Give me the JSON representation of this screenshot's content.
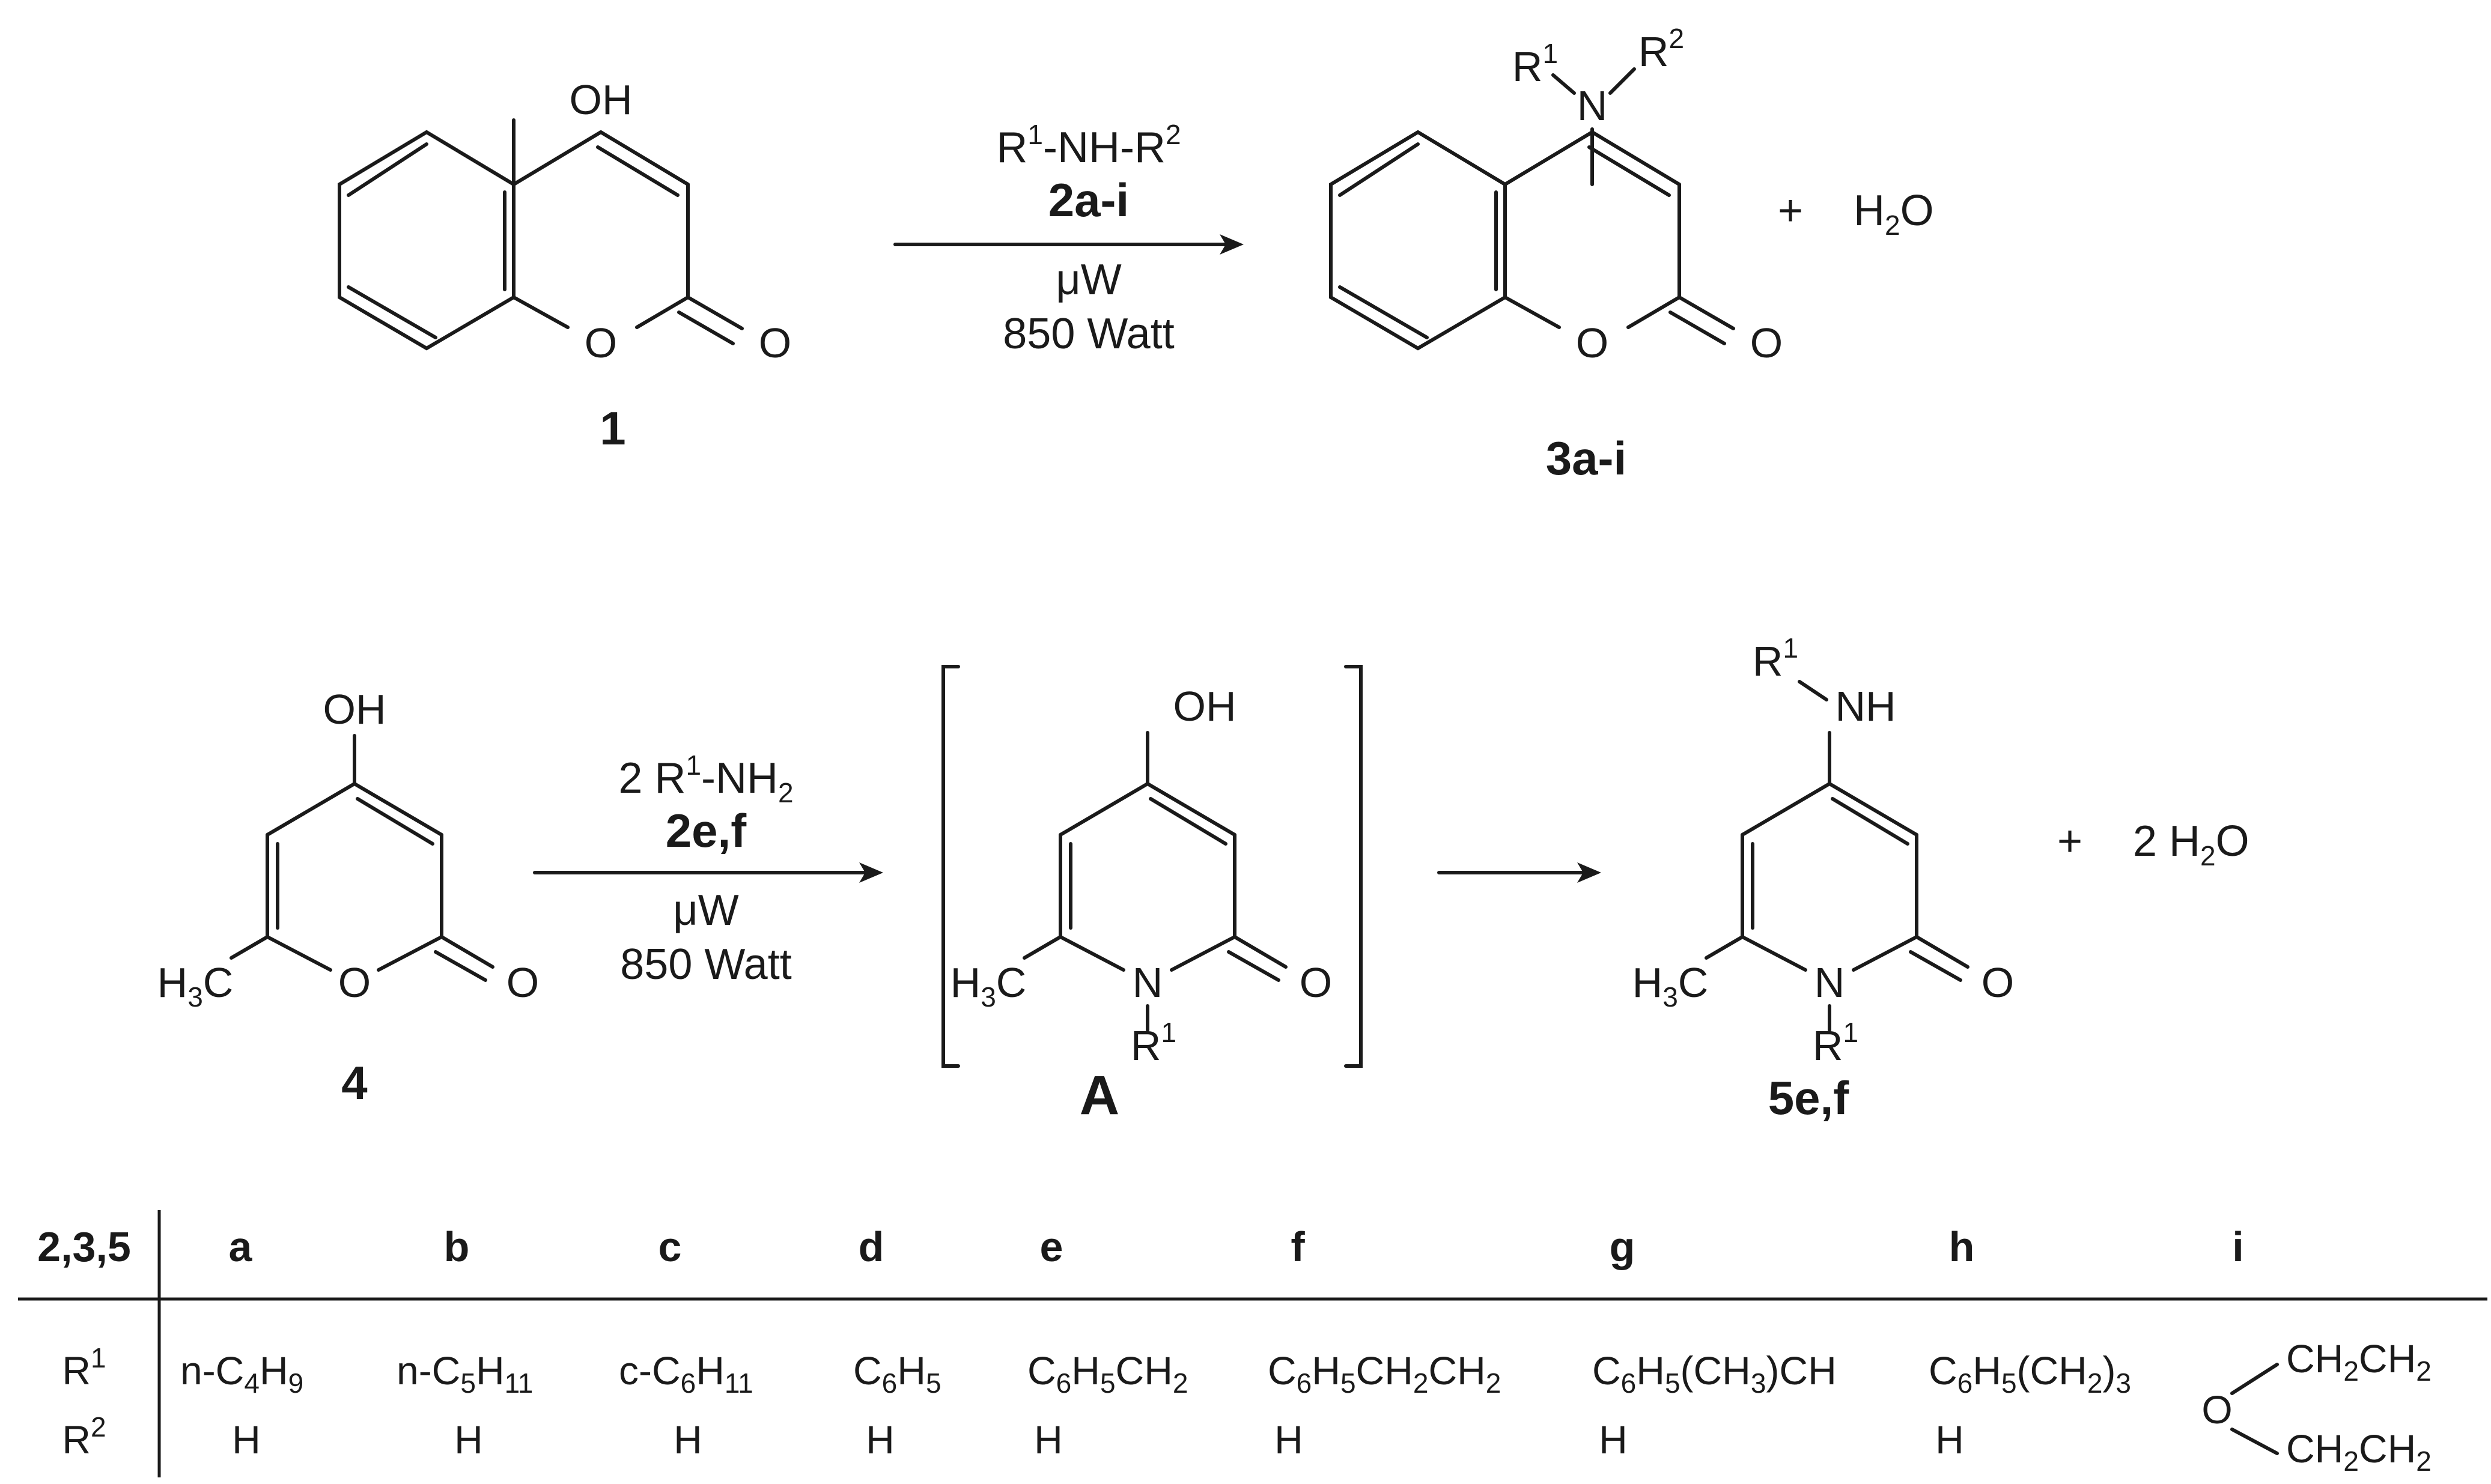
{
  "reaction1": {
    "reactant_oh": "OH",
    "ring_o": "O",
    "carbonyl_o": "O",
    "reactant_label": "1",
    "reagent_r1": "R",
    "reagent_r1_sup": "1",
    "reagent_mid": "-NH-R",
    "reagent_r2_sup": "2",
    "reagent_label": "2a-i",
    "condition_mw": "μW",
    "condition_power": "850 Watt",
    "product_r1": "R",
    "product_r1_sup": "1",
    "product_n": "N",
    "product_r2": "R",
    "product_r2_sup": "2",
    "product_ring_o": "O",
    "product_carbonyl_o": "O",
    "product_label": "3a-i",
    "plus": "+",
    "water_h": "H",
    "water_sub": "2",
    "water_o": "O"
  },
  "reaction2": {
    "reactant_oh": "OH",
    "reactant_h3c_h": "H",
    "reactant_h3c_sub": "3",
    "reactant_h3c_c": "C",
    "reactant_ring_o": "O",
    "reactant_carbonyl_o": "O",
    "reactant_label": "4",
    "reagent_prefix": "2 R",
    "reagent_r1_sup": "1",
    "reagent_mid": "-NH",
    "reagent_sub": "2",
    "reagent_label": "2e,f",
    "condition_mw": "μW",
    "condition_power": "850 Watt",
    "intermediate_oh": "OH",
    "intermediate_h3c_h": "H",
    "intermediate_h3c_sub": "3",
    "intermediate_h3c_c": "C",
    "intermediate_n": "N",
    "intermediate_carbonyl_o": "O",
    "intermediate_r": "R",
    "intermediate_r_sup": "1",
    "intermediate_label": "A",
    "product_r": "R",
    "product_r_sup": "1",
    "product_nh": "NH",
    "product_h3c_h": "H",
    "product_h3c_sub": "3",
    "product_h3c_c": "C",
    "product_n": "N",
    "product_carbonyl_o": "O",
    "product_nr": "R",
    "product_nr_sup": "1",
    "product_label": "5e,f",
    "plus": "+",
    "water_prefix": "2 H",
    "water_sub": "2",
    "water_o": "O"
  },
  "table": {
    "header_label": "2,3,5",
    "columns": [
      "a",
      "b",
      "c",
      "d",
      "e",
      "f",
      "g",
      "h",
      "i"
    ],
    "row1_label": "R",
    "row1_label_sup": "1",
    "row2_label": "R",
    "row2_label_sup": "2",
    "r1": {
      "a_pre": "n-C",
      "a_s1": "4",
      "a_mid": "H",
      "a_s2": "9",
      "b_pre": "n-C",
      "b_s1": "5",
      "b_mid": "H",
      "b_s2": "11",
      "c_pre": "c-C",
      "c_s1": "6",
      "c_mid": "H",
      "c_s2": "11",
      "d_pre": "C",
      "d_s1": "6",
      "d_mid": "H",
      "d_s2": "5",
      "e_pre": "C",
      "e_s1": "6",
      "e_mid": "H",
      "e_s2": "5",
      "e_tail": "CH",
      "e_s3": "2",
      "f_pre": "C",
      "f_s1": "6",
      "f_mid": "H",
      "f_s2": "5",
      "f_tail": "CH",
      "f_s3": "2",
      "f_tail2": "CH",
      "f_s4": "2",
      "g_pre": "C",
      "g_s1": "6",
      "g_mid": "H",
      "g_s2": "5",
      "g_tail": "(CH",
      "g_s3": "3",
      "g_tail2": ")CH",
      "h_pre": "C",
      "h_s1": "6",
      "h_mid": "H",
      "h_s2": "5",
      "h_tail": "(CH",
      "h_s3": "2",
      "h_tail2": ")",
      "h_s4": "3",
      "i_o": "O",
      "i_top": "CH",
      "i_top_s1": "2",
      "i_top_mid": "CH",
      "i_top_s2": "2",
      "i_bot": "CH",
      "i_bot_s1": "2",
      "i_bot_mid": "CH",
      "i_bot_s2": "2"
    },
    "r2": [
      "H",
      "H",
      "H",
      "H",
      "H",
      "H",
      "H",
      "H"
    ]
  }
}
